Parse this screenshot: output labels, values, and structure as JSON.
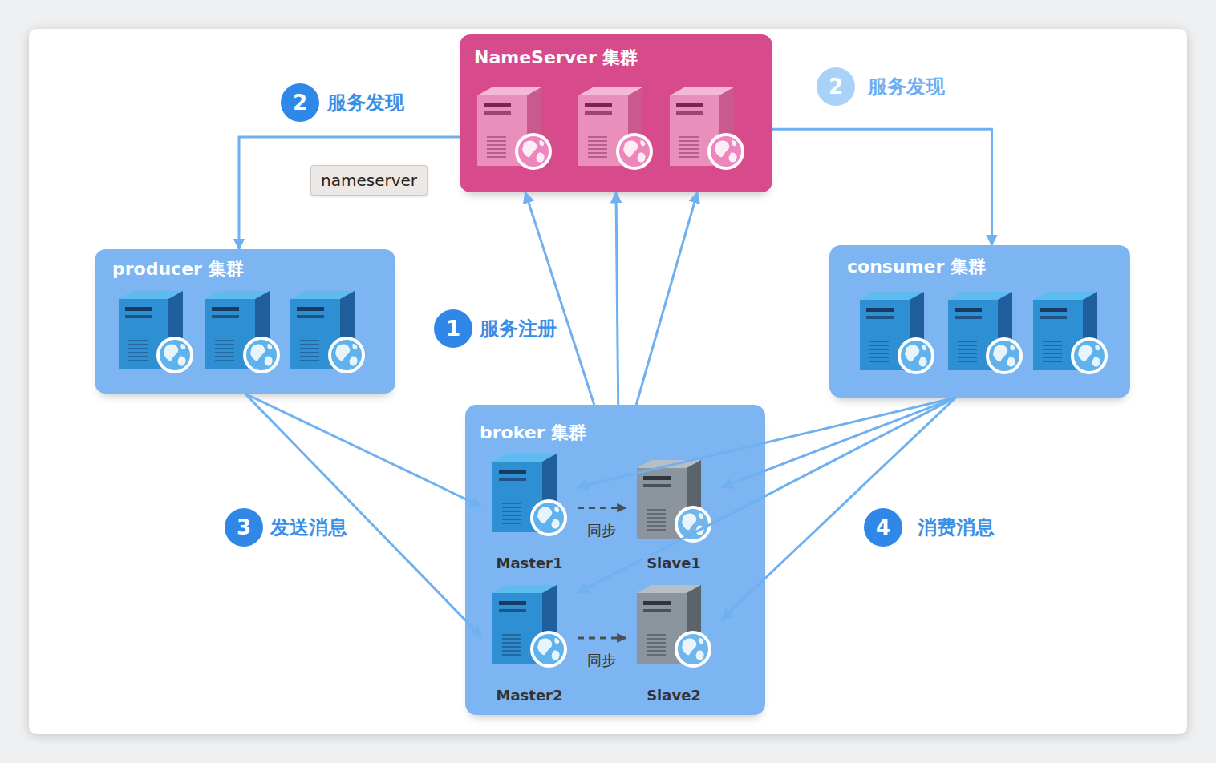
{
  "diagram": {
    "nodes": [
      {
        "text": [
          "NameServer 集群"
        ]
      },
      {
        "text": [
          "producer 集群"
        ]
      },
      {
        "text": [
          "consumer 集群"
        ]
      },
      {
        "text": [
          "broker 集群"
        ]
      },
      {
        "text": [
          "Master1"
        ],
        "in": 3
      },
      {
        "text": [
          "Slave1"
        ],
        "in": 3
      },
      {
        "text": [
          "Master2"
        ],
        "in": 3
      },
      {
        "text": [
          "Slave2"
        ],
        "in": 3
      }
    ],
    "edges": [
      {
        "from": 0,
        "to": 1,
        "arrow": "to"
      },
      {
        "from": 0,
        "to": 2,
        "arrow": "to"
      },
      {
        "from": 3,
        "to": 0,
        "arrow": "to"
      },
      {
        "from": 3,
        "to": 0,
        "arrow": "to"
      },
      {
        "from": 3,
        "to": 0,
        "arrow": "to"
      },
      {
        "from": 1,
        "to": 4,
        "arrow": "to"
      },
      {
        "from": 1,
        "to": 6,
        "arrow": "to"
      },
      {
        "from": 2,
        "to": 4,
        "arrow": "to"
      },
      {
        "from": 2,
        "to": 5,
        "arrow": "to"
      },
      {
        "from": 2,
        "to": 6,
        "arrow": "to"
      },
      {
        "from": 2,
        "to": 7,
        "arrow": "to"
      },
      {
        "from": 4,
        "to": 5,
        "label": "同步",
        "arrow": "to"
      },
      {
        "from": 6,
        "to": 7,
        "label": "同步",
        "arrow": "to"
      }
    ],
    "labels": [
      "2",
      "服务发现",
      "nameserver",
      "1",
      "服务注册",
      "3",
      "发送消息",
      "4",
      "消费消息",
      "2",
      "服务发现"
    ]
  }
}
